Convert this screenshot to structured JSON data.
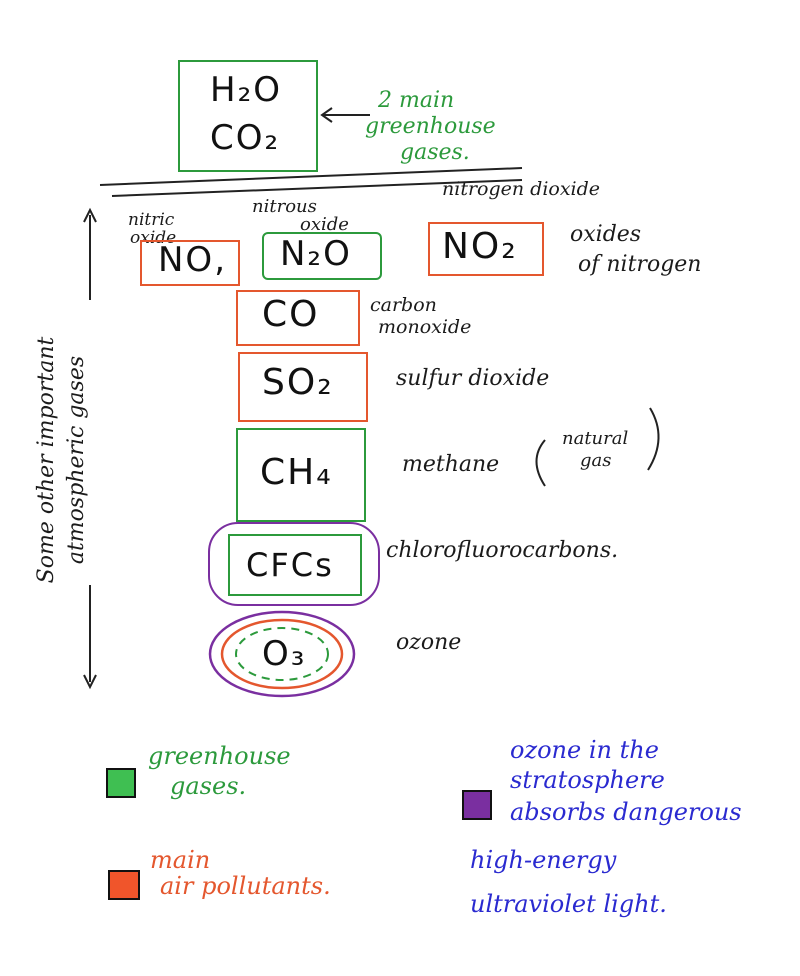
{
  "top": {
    "formula_line1": "H₂O",
    "formula_line2": "CO₂",
    "note_line1": "2 main",
    "note_line2": "greenhouse",
    "note_line3": "gases."
  },
  "side_label_line1": "Some other important",
  "side_label_line2": "atmospheric gases",
  "gases": {
    "no": {
      "formula": "NO,",
      "name_line1": "nitric",
      "name_line2": "oxide"
    },
    "n2o": {
      "formula": "N₂O",
      "name_line1": "nitrous",
      "name_line2": "oxide"
    },
    "no2": {
      "formula": "NO₂",
      "name": "nitrogen dioxide"
    },
    "oxides_line1": "oxides",
    "oxides_line2": "of nitrogen",
    "co": {
      "formula": "CO",
      "name_line1": "carbon",
      "name_line2": "monoxide"
    },
    "so2": {
      "formula": "SO₂",
      "name": "sulfur dioxide"
    },
    "ch4": {
      "formula": "CH₄",
      "name": "methane",
      "paren_line1": "natural",
      "paren_line2": "gas"
    },
    "cfcs": {
      "formula": "CFCs",
      "name": "chlorofluorocarbons."
    },
    "o3": {
      "formula": "O₃",
      "name": "ozone"
    }
  },
  "legend": {
    "green_line1": "greenhouse",
    "green_line2": "gases.",
    "orange_line1": "main",
    "orange_line2": "air pollutants.",
    "purple_line1": "ozone in the",
    "purple_line2": "stratosphere",
    "purple_line3": "absorbs dangerous",
    "purple_line4": "high-energy",
    "purple_line5": "ultraviolet light."
  },
  "colors": {
    "green": "#2c9a3c",
    "orange": "#e4572e",
    "purple": "#7a2fa0",
    "blue_ink": "#2a2ad0",
    "black_ink": "#1b1b1b"
  }
}
